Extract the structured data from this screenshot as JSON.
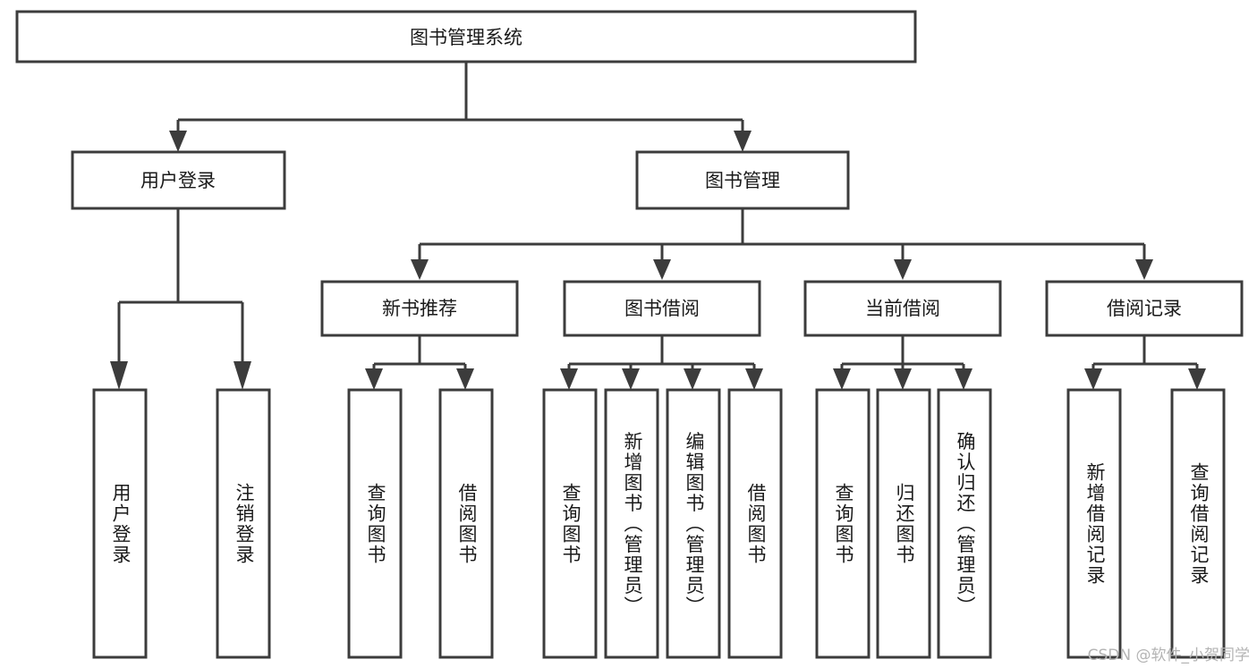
{
  "diagram": {
    "type": "tree-hierarchy",
    "title": "图书管理系统",
    "watermark": "CSDN @软件_小贺同学",
    "colors": {
      "stroke": "#3c3c3c",
      "fill": "#ffffff",
      "text": "#1a1a1a",
      "watermark": "#b4b4b4"
    },
    "levels": {
      "root": {
        "label": "图书管理系统",
        "orientation": "horizontal"
      },
      "level2": [
        {
          "label": "用户登录",
          "orientation": "horizontal"
        },
        {
          "label": "图书管理",
          "orientation": "horizontal"
        }
      ],
      "level3": [
        {
          "label": "新书推荐",
          "orientation": "horizontal"
        },
        {
          "label": "图书借阅",
          "orientation": "horizontal"
        },
        {
          "label": "当前借阅",
          "orientation": "horizontal"
        },
        {
          "label": "借阅记录",
          "orientation": "horizontal"
        }
      ],
      "leaves": [
        {
          "label": "用户登录",
          "orientation": "vertical",
          "parent": "用户登录"
        },
        {
          "label": "注销登录",
          "orientation": "vertical",
          "parent": "用户登录"
        },
        {
          "label": "查询图书",
          "orientation": "vertical",
          "parent": "新书推荐"
        },
        {
          "label": "借阅图书",
          "orientation": "vertical",
          "parent": "新书推荐"
        },
        {
          "label": "查询图书",
          "orientation": "vertical",
          "parent": "图书借阅"
        },
        {
          "label": "新增图书（管理员）",
          "orientation": "vertical",
          "parent": "图书借阅"
        },
        {
          "label": "编辑图书（管理员）",
          "orientation": "vertical",
          "parent": "图书借阅"
        },
        {
          "label": "借阅图书",
          "orientation": "vertical",
          "parent": "图书借阅"
        },
        {
          "label": "查询图书",
          "orientation": "vertical",
          "parent": "当前借阅"
        },
        {
          "label": "归还图书",
          "orientation": "vertical",
          "parent": "当前借阅"
        },
        {
          "label": "确认归还（管理员）",
          "orientation": "vertical",
          "parent": "当前借阅"
        },
        {
          "label": "新增借阅记录",
          "orientation": "vertical",
          "parent": "借阅记录"
        },
        {
          "label": "查询借阅记录",
          "orientation": "vertical",
          "parent": "借阅记录"
        }
      ]
    }
  }
}
